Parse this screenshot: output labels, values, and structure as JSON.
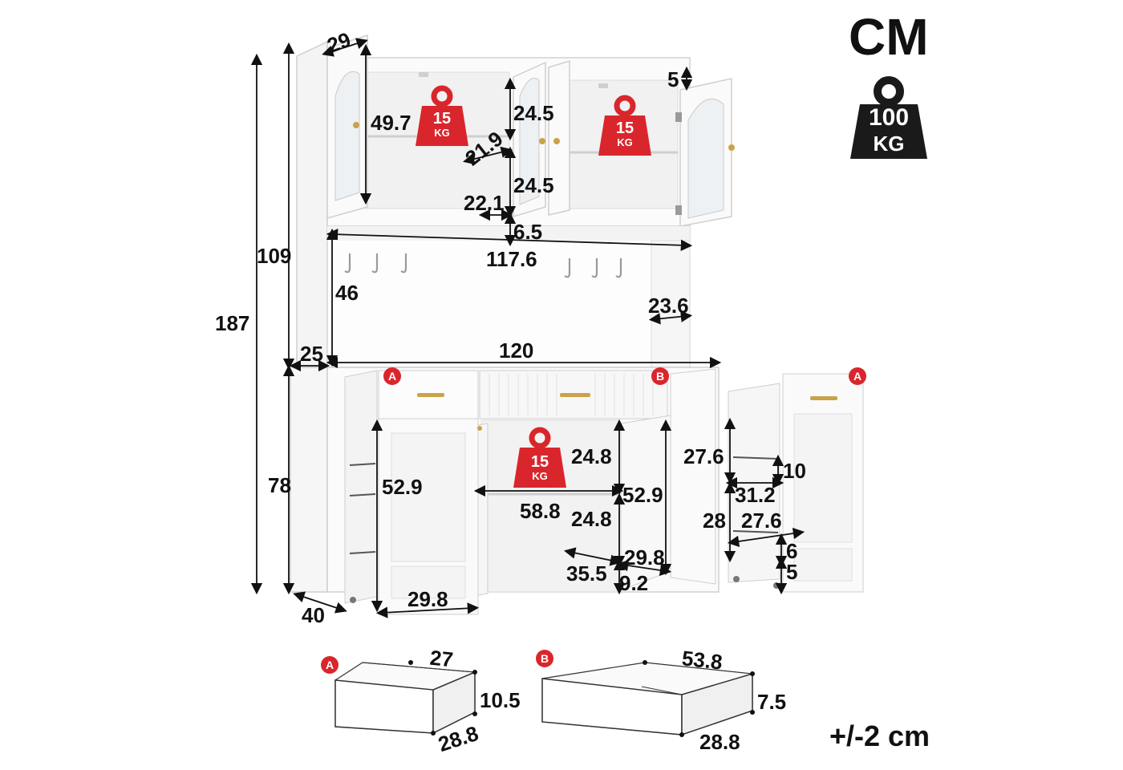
{
  "unit_label": "CM",
  "tolerance": "+/-2 cm",
  "total_load": {
    "value": "100",
    "unit": "KG"
  },
  "shelf_load": {
    "value": "15",
    "unit": "KG"
  },
  "labels": {
    "drawer_a": "A",
    "drawer_b": "B"
  },
  "dimensions": {
    "total_height": "187",
    "upper_height": "109",
    "lower_height": "78",
    "depth_base": "40",
    "upper_depth_top": "29",
    "upper_depth_mid": "25",
    "glass_door_height": "49.7",
    "upper_shelf_height_top": "24.5",
    "upper_shelf_height_bottom": "24.5",
    "upper_shelf_depth": "21.9",
    "upper_inner_depth": "22.1",
    "upper_gap": "6.5",
    "hook_rail_width": "117.6",
    "open_area_height": "46",
    "side_panel_depth": "23.6",
    "total_width": "120",
    "door_height": "52.9",
    "door_width": "29.8",
    "center_shelf_height_top": "24.8",
    "center_shelf_height_bottom": "24.8",
    "center_width": "58.8",
    "center_height": "52.9",
    "center_depth": "29.8",
    "center_floor_width": "35.5",
    "center_floor_height": "9.2",
    "pullout_height_top": "27.6",
    "pullout_height_bottom": "28",
    "pullout_gap": "10",
    "pullout_width": "31.2",
    "pullout_depth": "27.6",
    "pullout_base_1": "6",
    "pullout_base_2": "5",
    "top_gap": "5",
    "drawer_a_width": "27",
    "drawer_a_height": "10.5",
    "drawer_a_depth": "28.8",
    "drawer_b_width": "53.8",
    "drawer_b_height": "7.5",
    "drawer_b_depth": "28.8"
  }
}
